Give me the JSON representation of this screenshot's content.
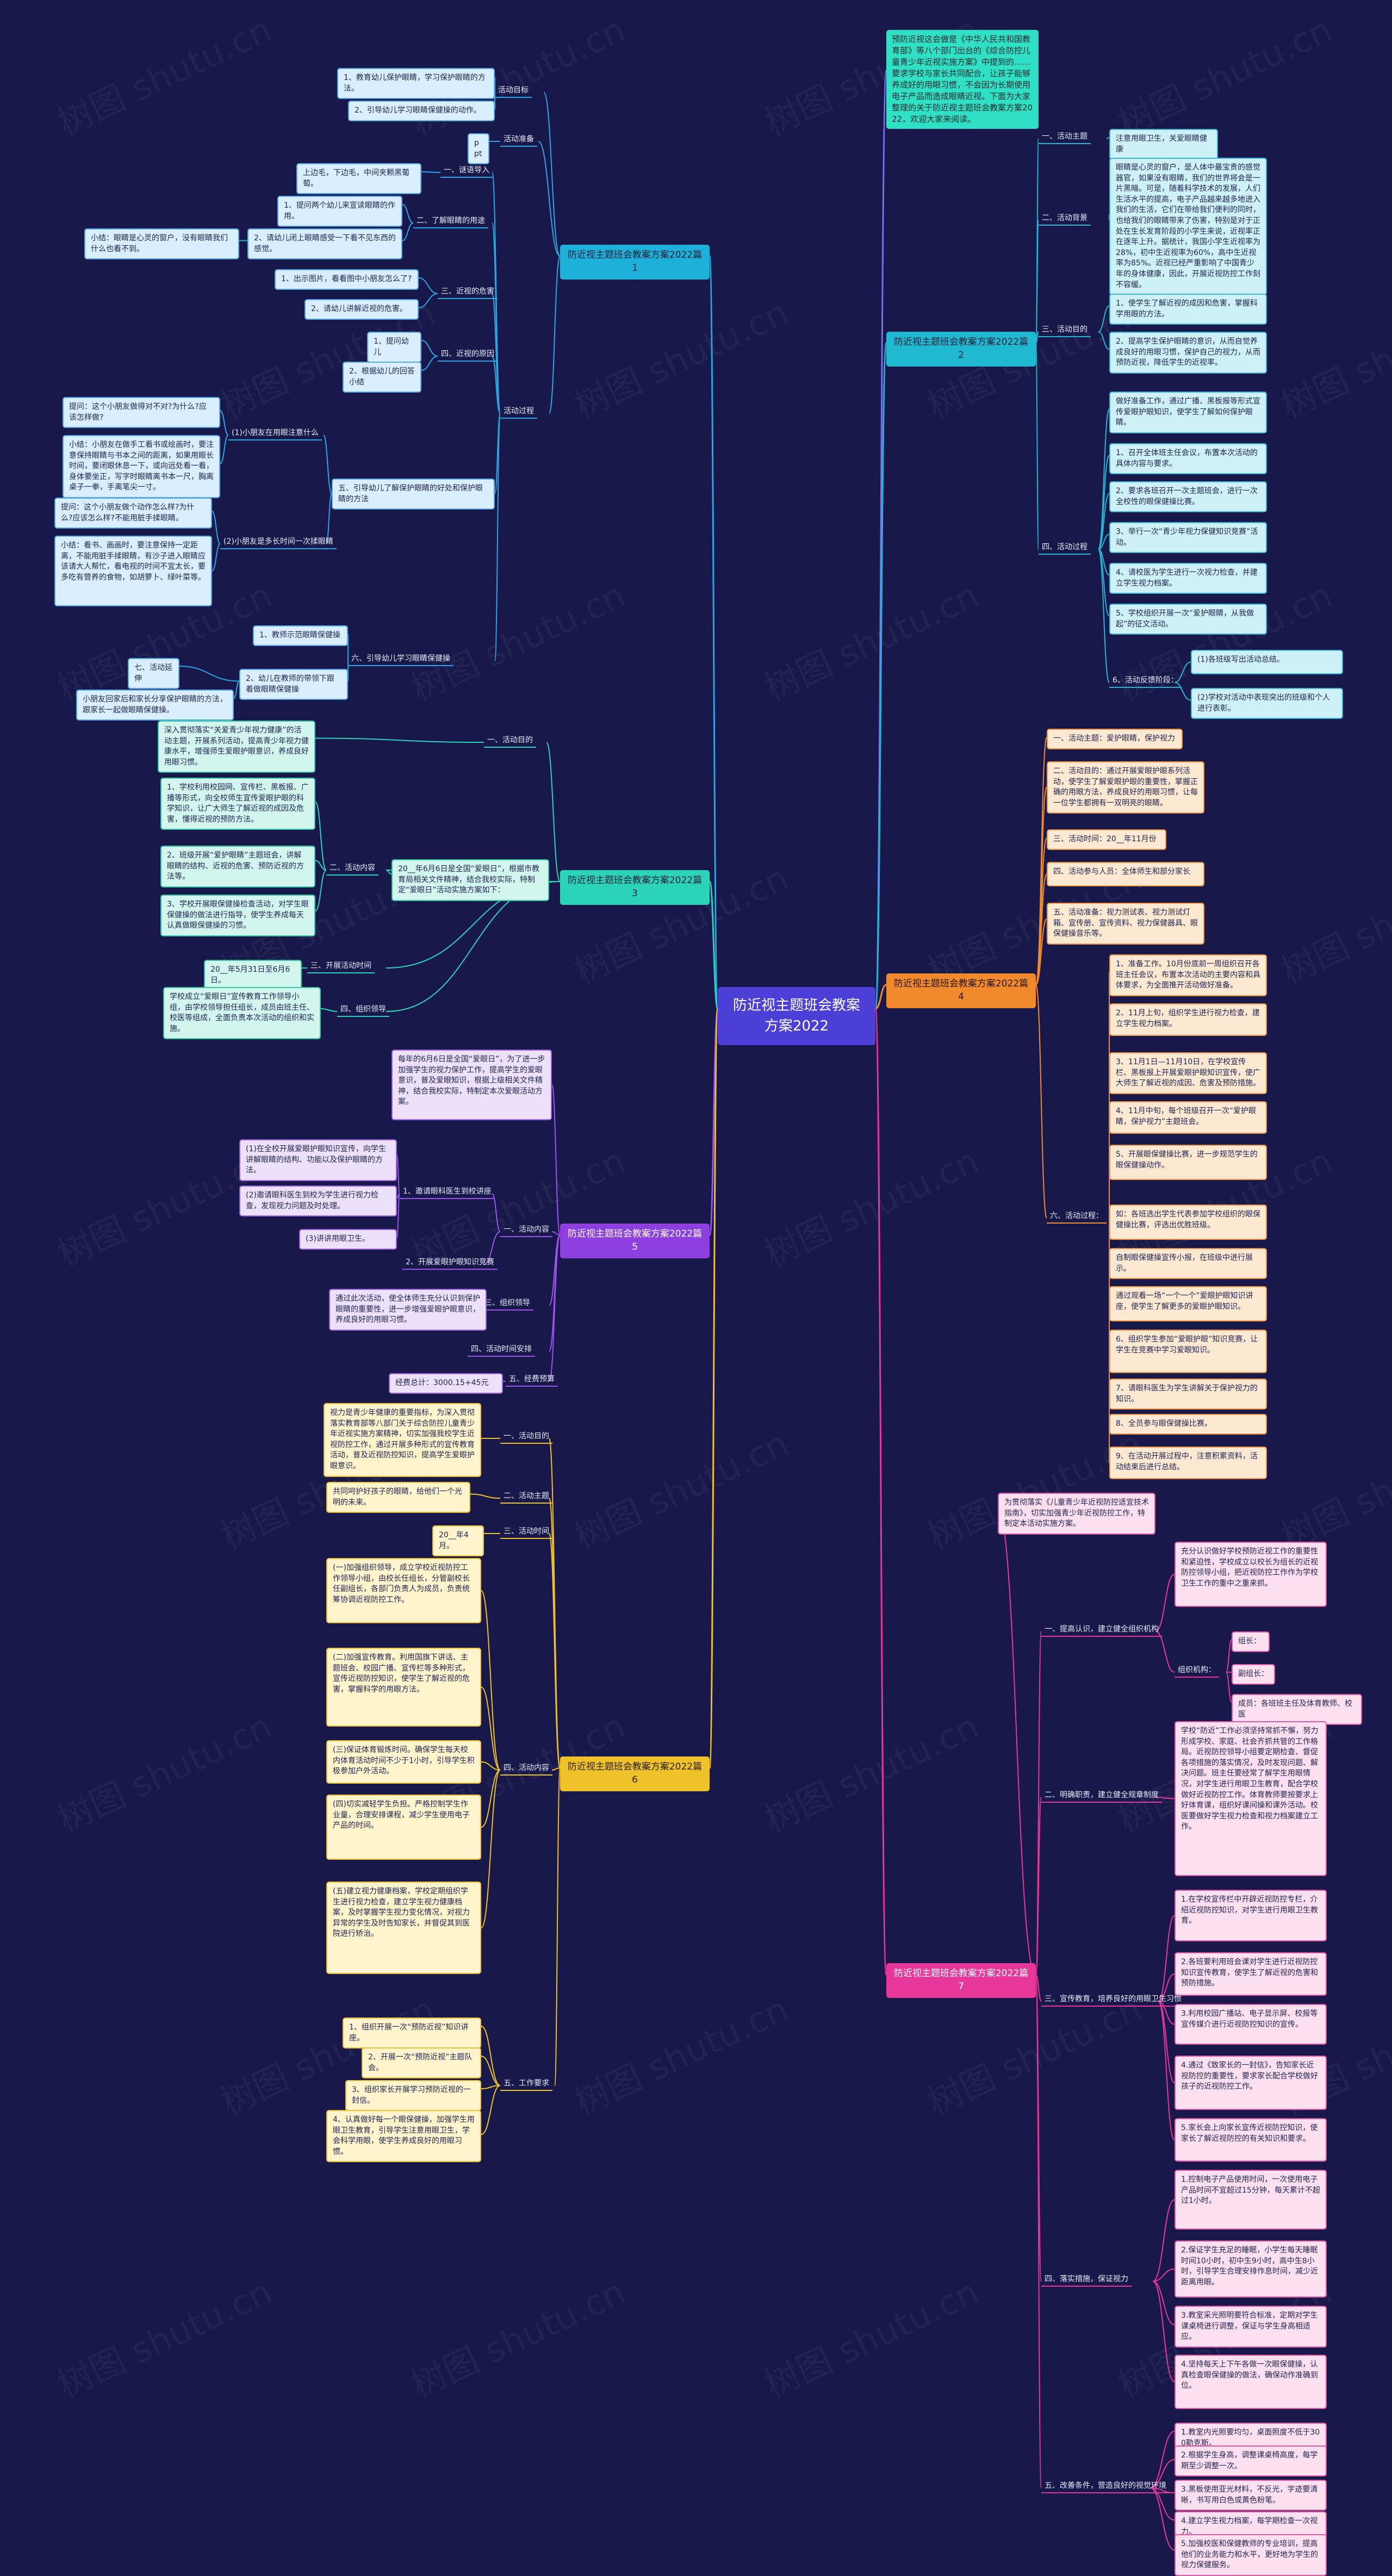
{
  "colors": {
    "background": "#18184a",
    "root": "#4b3fd8",
    "branch1": "#1db0d8",
    "branch2": "#21b8d2",
    "branch3": "#2bd3b8",
    "branch4": "#f08a2c",
    "branch5": "#8e3fe0",
    "branch6": "#f0c22a",
    "branch7": "#e8379a"
  },
  "watermark": "树图 shutu.cn",
  "nodes": [
    {
      "id": "root",
      "t": "防近视主题班会教案方案2022"
    },
    {
      "id": "intro",
      "t": "预防近视这会做是《中华人民共和国教育部》等八个部门出台的《综合防控儿童青少年近视实施方案》中提到的……要求学校与家长共同配合，让孩子能够养成好的用眼习惯，不会因为长期使用电子产品而造成眼睛近视。下面为大家整理的关于防近视主题班会教案方案2022，欢迎大家来阅读。"
    },
    {
      "id": "b1",
      "t": "防近视主题班会教案方案2022篇1"
    },
    {
      "id": "b1a",
      "t": "活动目标"
    },
    {
      "id": "b1a1",
      "t": "1、教育幼儿保护眼睛，学习保护眼睛的方法。"
    },
    {
      "id": "b1a2",
      "t": "2、引导幼儿学习眼睛保健操的动作。"
    },
    {
      "id": "b1b",
      "t": "活动准备"
    },
    {
      "id": "b1b1",
      "t": "ppt"
    },
    {
      "id": "b1c",
      "t": "活动过程"
    },
    {
      "id": "b1c1",
      "t": "一、谜语导入"
    },
    {
      "id": "b1c1a",
      "t": "上边毛，下边毛，中间夹颗黑葡萄。"
    },
    {
      "id": "b1c2",
      "t": "二、了解眼睛的用途"
    },
    {
      "id": "b1c2a",
      "t": "1、提问两个幼儿来宣读眼睛的作用。"
    },
    {
      "id": "b1c2b",
      "t": "2、请幼儿闭上眼睛感受一下看不见东西的感觉。"
    },
    {
      "id": "b1c2c",
      "t": "小结：眼睛是心灵的窗户，没有眼睛我们什么也看不到。"
    },
    {
      "id": "b1c3",
      "t": "三、近视的危害"
    },
    {
      "id": "b1c3a",
      "t": "1、出示图片，看看图中小朋友怎么了?"
    },
    {
      "id": "b1c3b",
      "t": "2、请幼儿讲解近视的危害。"
    },
    {
      "id": "b1c4",
      "t": "四、近视的原因"
    },
    {
      "id": "b1c4a",
      "t": "1、提问幼儿"
    },
    {
      "id": "b1c4b",
      "t": "2、根据幼儿的回答小结"
    },
    {
      "id": "b1c5",
      "t": "五、引导幼儿了解保护眼睛的好处和保护眼睛的方法"
    },
    {
      "id": "b1c5a",
      "t": "(1)小朋友在用眼注意什么"
    },
    {
      "id": "b1c5a1",
      "t": "提问：这个小朋友做得对不对?为什么?应该怎样做?"
    },
    {
      "id": "b1c5a2",
      "t": "小结：小朋友在做手工看书或绘画时，要注意保持眼睛与书本之间的距离，如果用眼长时间，要闭眼休息一下，或向远处看一看，身体要坐正，写字时眼睛离书本一尺，胸离桌子一拳，手离笔尖一寸。"
    },
    {
      "id": "b1c5b",
      "t": "(2)小朋友是多长时间一次揉眼睛"
    },
    {
      "id": "b1c5b1",
      "t": "提问：这个小朋友做个动作怎么样?为什么?应该怎么样?不能用脏手揉眼睛。"
    },
    {
      "id": "b1c5b2",
      "t": "小结：看书、画画时，要注意保持一定距离，不能用脏手揉眼睛，有沙子进入眼睛应该请大人帮忙，看电视的时间不宜太长，要多吃有营养的食物，如胡萝卜、绿叶菜等。"
    },
    {
      "id": "b1c6",
      "t": "六、引导幼儿学习眼睛保健操"
    },
    {
      "id": "b1c6a",
      "t": "1、教师示范眼睛保健操"
    },
    {
      "id": "b1c6b",
      "t": "2、幼儿在教师的带领下跟着做眼睛保健操"
    },
    {
      "id": "b1c6b1",
      "t": "七、活动延伸"
    },
    {
      "id": "b1c6b2",
      "t": "小朋友回家后和家长分享保护眼睛的方法，跟家长一起做眼睛保健操。"
    },
    {
      "id": "b2",
      "t": "防近视主题班会教案方案2022篇2"
    },
    {
      "id": "b2a",
      "t": "一、活动主题"
    },
    {
      "id": "b2a1",
      "t": "注意用眼卫生，关爱眼睛健康"
    },
    {
      "id": "b2b",
      "t": "二、活动背景"
    },
    {
      "id": "b2b1",
      "t": "眼睛是心灵的窗户，是人体中最宝贵的感觉器官，如果没有眼睛，我们的世界将会是一片黑暗。可是，随着科学技术的发展，人们生活水平的提高，电子产品越来越多地进入我们的生活，它们在带给我们便利的同时，也给我们的眼睛带来了伤害，特别是对于正处在生长发育阶段的小学生来说，近视率正在逐年上升。据统计，我国小学生近视率为28%，初中生近视率为60%，高中生近视率为85%。近视已经严重影响了中国青少年的身体健康，因此，开展近视防控工作刻不容缓。"
    },
    {
      "id": "b2c",
      "t": "三、活动目的"
    },
    {
      "id": "b2c1",
      "t": "1、使学生了解近视的成因和危害，掌握科学用眼的方法。"
    },
    {
      "id": "b2c2",
      "t": "2、提高学生保护眼睛的意识，从而自觉养成良好的用眼习惯，保护自己的视力，从而预防近视，降低学生的近视率。"
    },
    {
      "id": "b2d",
      "t": "四、活动过程"
    },
    {
      "id": "b2d1",
      "t": "做好准备工作，通过广播、黑板报等形式宣传爱眼护眼知识，使学生了解如何保护眼睛。"
    },
    {
      "id": "b2d2",
      "t": "1、召开全体班主任会议，布置本次活动的具体内容与要求。"
    },
    {
      "id": "b2d3",
      "t": "2、要求各班召开一次主题班会，进行一次全校性的眼保健操比赛。"
    },
    {
      "id": "b2d4",
      "t": "3、举行一次“青少年视力保健知识竞赛”活动。"
    },
    {
      "id": "b2d5",
      "t": "4、请校医为学生进行一次视力检查，并建立学生视力档案。"
    },
    {
      "id": "b2d6",
      "t": "5、学校组织开展一次“爱护眼睛，从我做起”的征文活动。"
    },
    {
      "id": "b2d7",
      "t": "6、活动反馈阶段："
    },
    {
      "id": "b2d7a",
      "t": "(1)各班级写出活动总结。"
    },
    {
      "id": "b2d7b",
      "t": "(2)学校对活动中表现突出的班级和个人进行表彰。"
    },
    {
      "id": "b3",
      "t": "防近视主题班会教案方案2022篇3"
    },
    {
      "id": "b3a",
      "t": "一、活动目的"
    },
    {
      "id": "b3a1",
      "t": "深入贯彻落实“关爱青少年视力健康”的活动主题，开展系列活动，提高青少年视力健康水平，增强师生爱眼护眼意识，养成良好用眼习惯。"
    },
    {
      "id": "b3b",
      "t": "二、活动内容"
    },
    {
      "id": "b3b0",
      "t": "20__年6月6日是全国“爱眼日”，根据市教育局相关文件精神，结合我校实际，特制定“爱眼日”活动实施方案如下："
    },
    {
      "id": "b3b1",
      "t": "1、学校利用校园网、宣传栏、黑板报、广播等形式，向全校师生宣传爱眼护眼的科学知识，让广大师生了解近视的成因及危害，懂得近视的预防方法。"
    },
    {
      "id": "b3b2",
      "t": "2、班级开展“爱护眼睛”主题班会，讲解眼睛的结构、近视的危害、预防近视的方法等。"
    },
    {
      "id": "b3b3",
      "t": "3、学校开展眼保健操检查活动，对学生眼保健操的做法进行指导，使学生养成每天认真做眼保健操的习惯。"
    },
    {
      "id": "b3c",
      "t": "三、开展活动时间"
    },
    {
      "id": "b3c1",
      "t": "20__年5月31日至6月6日。"
    },
    {
      "id": "b3d",
      "t": "四、组织领导"
    },
    {
      "id": "b3d1",
      "t": "学校成立“爱眼日”宣传教育工作领导小组，由学校领导担任组长，成员由班主任、校医等组成，全面负责本次活动的组织和实施。"
    },
    {
      "id": "b4",
      "t": "防近视主题班会教案方案2022篇4"
    },
    {
      "id": "b4a",
      "t": "一、活动主题：爱护眼睛，保护视力"
    },
    {
      "id": "b4b",
      "t": "二、活动目的：通过开展爱眼护眼系列活动，使学生了解爱眼护眼的重要性，掌握正确的用眼方法，养成良好的用眼习惯，让每一位学生都拥有一双明亮的眼睛。"
    },
    {
      "id": "b4c",
      "t": "三、活动时间：20__年11月份"
    },
    {
      "id": "b4d",
      "t": "四、活动参与人员：全体师生和部分家长"
    },
    {
      "id": "b4e",
      "t": "五、活动准备：视力测试表、视力测试灯箱、宣传册、宣传资料、视力保健器具、眼保健操音乐等。"
    },
    {
      "id": "b4f",
      "t": "六、活动过程："
    },
    {
      "id": "b4f1",
      "t": "1、准备工作。10月份底前一周组织召开各班主任会议，布置本次活动的主要内容和具体要求，为全面推开活动做好准备。"
    },
    {
      "id": "b4f2",
      "t": "2、11月上旬，组织学生进行视力检查，建立学生视力档案。"
    },
    {
      "id": "b4f3",
      "t": "3、11月1日—11月10日，在学校宣传栏、黑板报上开展爱眼护眼知识宣传，使广大师生了解近视的成因、危害及预防措施。"
    },
    {
      "id": "b4f4",
      "t": "4、11月中旬，每个班级召开一次“爱护眼睛，保护视力”主题班会。"
    },
    {
      "id": "b4f5",
      "t": "5、开展眼保健操比赛，进一步规范学生的眼保健操动作。"
    },
    {
      "id": "b4f6",
      "t": "如：各班选出学生代表参加学校组织的眼保健操比赛，评选出优胜班级。"
    },
    {
      "id": "b4f7",
      "t": "自制眼保健操宣传小报，在班级中进行展示。"
    },
    {
      "id": "b4f8",
      "t": "通过观看一场“一个一个”爱眼护眼知识讲座，使学生了解更多的爱眼护眼知识。"
    },
    {
      "id": "b4f9",
      "t": "6、组织学生参加“爱眼护眼”知识竞赛，让学生在竞赛中学习爱眼知识。"
    },
    {
      "id": "b4f10",
      "t": "7、请眼科医生为学生讲解关于保护视力的知识。"
    },
    {
      "id": "b4f11",
      "t": "8、全员参与眼保健操比赛。"
    },
    {
      "id": "b4f12",
      "t": "9、在活动开展过程中，注意积累资料，活动结束后进行总结。"
    },
    {
      "id": "b5",
      "t": "防近视主题班会教案方案2022篇5"
    },
    {
      "id": "b5a",
      "t": "每年的6月6日是全国“爱眼日”，为了进一步加强学生的视力保护工作，提高学生的爱眼意识，普及爱眼知识，根据上级相关文件精神，结合我校实际，特制定本次爱眼活动方案。"
    },
    {
      "id": "b5b",
      "t": "一、活动内容"
    },
    {
      "id": "b5b1",
      "t": "1、邀请眼科医生到校讲座"
    },
    {
      "id": "b5b1a",
      "t": "(1)在全校开展爱眼护眼知识宣传，向学生讲解眼睛的结构、功能以及保护眼睛的方法。"
    },
    {
      "id": "b5b1b",
      "t": "(2)邀请眼科医生到校为学生进行视力检查，发现视力问题及时处理。"
    },
    {
      "id": "b5b1c",
      "t": "(3)讲讲用眼卫生。"
    },
    {
      "id": "b5b2",
      "t": "2、开展爱眼护眼知识竞赛"
    },
    {
      "id": "b5c",
      "t": "三、组织领导"
    },
    {
      "id": "b5c1",
      "t": "通过此次活动，使全体师生充分认识到保护眼睛的重要性，进一步增强爱眼护眼意识，养成良好的用眼习惯。"
    },
    {
      "id": "b5d",
      "t": "四、活动时间安排"
    },
    {
      "id": "b5e",
      "t": "五、经费预算"
    },
    {
      "id": "b5e1",
      "t": "经费总计：3000.15+45元"
    },
    {
      "id": "b6",
      "t": "防近视主题班会教案方案2022篇6"
    },
    {
      "id": "b6a",
      "t": "一、活动目的"
    },
    {
      "id": "b6a1",
      "t": "视力是青少年健康的重要指标，为深入贯彻落实教育部等八部门关于综合防控儿童青少年近视实施方案精神，切实加强我校学生近视防控工作，通过开展多种形式的宣传教育活动，普及近视防控知识，提高学生爱眼护眼意识。"
    },
    {
      "id": "b6b",
      "t": "二、活动主题"
    },
    {
      "id": "b6b1",
      "t": "共同呵护好孩子的眼睛，给他们一个光明的未来。"
    },
    {
      "id": "b6c",
      "t": "三、活动时间"
    },
    {
      "id": "b6c1",
      "t": "20__年4月。"
    },
    {
      "id": "b6d",
      "t": "四、活动内容"
    },
    {
      "id": "b6d1",
      "t": "(一)加强组织领导，成立学校近视防控工作领导小组，由校长任组长，分管副校长任副组长，各部门负责人为成员，负责统筹协调近视防控工作。"
    },
    {
      "id": "b6d2",
      "t": "(二)加强宣传教育。利用国旗下讲话、主题班会、校园广播、宣传栏等多种形式，宣传近视防控知识，使学生了解近视的危害，掌握科学的用眼方法。"
    },
    {
      "id": "b6d3",
      "t": "(三)保证体育锻炼时间。确保学生每天校内体育活动时间不少于1小时，引导学生积极参加户外活动。"
    },
    {
      "id": "b6d4",
      "t": "(四)切实减轻学生负担。严格控制学生作业量，合理安排课程，减少学生使用电子产品的时间。"
    },
    {
      "id": "b6d5",
      "t": "(五)建立视力健康档案，学校定期组织学生进行视力检查，建立学生视力健康档案，及时掌握学生视力变化情况，对视力异常的学生及时告知家长，并督促其到医院进行矫治。"
    },
    {
      "id": "b6e",
      "t": "五、工作要求"
    },
    {
      "id": "b6e1",
      "t": "1、组织开展一次“预防近视”知识讲座。"
    },
    {
      "id": "b6e2",
      "t": "2、开展一次“预防近视”主题队会。"
    },
    {
      "id": "b6e3",
      "t": "3、组织家长开展学习预防近视的一封信。"
    },
    {
      "id": "b6e4",
      "t": "4、认真做好每一个眼保健操，加强学生用眼卫生教育，引导学生注意用眼卫生，学会科学用眼，使学生养成良好的用眼习惯。"
    },
    {
      "id": "b7",
      "t": "防近视主题班会教案方案2022篇7"
    },
    {
      "id": "b7a",
      "t": "为贯彻落实《儿童青少年近视防控适宜技术指南》，切实加强青少年近视防控工作，特制定本活动实施方案。"
    },
    {
      "id": "b7b",
      "t": "一、提高认识，建立健全组织机构"
    },
    {
      "id": "b7b1",
      "t": "充分认识做好学校预防近视工作的重要性和紧迫性，学校成立以校长为组长的近视防控领导小组，把近视防控工作作为学校卫生工作的重中之重来抓。"
    },
    {
      "id": "b7b2",
      "t": "组织机构："
    },
    {
      "id": "b7b2a",
      "t": "组长："
    },
    {
      "id": "b7b2b",
      "t": "副组长："
    },
    {
      "id": "b7b2c",
      "t": "成员：各班班主任及体育教师、校医"
    },
    {
      "id": "b7c",
      "t": "二、明确职责，建立健全规章制度"
    },
    {
      "id": "b7c1",
      "t": "学校“防近”工作必须坚持常抓不懈，努力形成学校、家庭、社会齐抓共管的工作格局。近视防控领导小组要定期检查、督促各项措施的落实情况，及时发现问题、解决问题。班主任要经常了解学生用眼情况，对学生进行用眼卫生教育，配合学校做好近视防控工作。体育教师要按要求上好体育课，组织好课间操和课外活动。校医要做好学生视力检查和视力档案建立工作。"
    },
    {
      "id": "b7d",
      "t": "三、宣传教育，培养良好的用眼卫生习惯"
    },
    {
      "id": "b7d1",
      "t": "1.在学校宣传栏中开辟近视防控专栏，介绍近视防控知识，对学生进行用眼卫生教育。"
    },
    {
      "id": "b7d2",
      "t": "2.各班要利用班会课对学生进行近视防控知识宣传教育，使学生了解近视的危害和预防措施。"
    },
    {
      "id": "b7d3",
      "t": "3.利用校园广播站、电子显示屏、校报等宣传媒介进行近视防控知识的宣传。"
    },
    {
      "id": "b7d4",
      "t": "4.通过《致家长的一封信》，告知家长近视防控的重要性，要求家长配合学校做好孩子的近视防控工作。"
    },
    {
      "id": "b7d5",
      "t": "5.家长会上向家长宣传近视防控知识，使家长了解近视防控的有关知识和要求。"
    },
    {
      "id": "b7e",
      "t": "四、落实措施，保证视力"
    },
    {
      "id": "b7e1",
      "t": "1.控制电子产品使用时间，一次使用电子产品时间不宜超过15分钟，每天累计不超过1小时。"
    },
    {
      "id": "b7e2",
      "t": "2.保证学生充足的睡眠，小学生每天睡眠时间10小时，初中生9小时，高中生8小时，引导学生合理安排作息时间，减少近距离用眼。"
    },
    {
      "id": "b7e3",
      "t": "3.教室采光照明要符合标准，定期对学生课桌椅进行调整，保证与学生身高相适应。"
    },
    {
      "id": "b7e4",
      "t": "4.坚持每天上下午各做一次眼保健操，认真检查眼保健操的做法，确保动作准确到位。"
    },
    {
      "id": "b7f",
      "t": "五、改善条件，营造良好的视觉环境"
    },
    {
      "id": "b7f1",
      "t": "1.教室内光照要均匀，桌面照度不低于300勒克斯。"
    },
    {
      "id": "b7f2",
      "t": "2.根据学生身高，调整课桌椅高度，每学期至少调整一次。"
    },
    {
      "id": "b7f3",
      "t": "3.黑板使用亚光材料，不反光，字迹要清晰，书写用白色或黄色粉笔。"
    },
    {
      "id": "b7f4",
      "t": "4.建立学生视力档案，每学期检查一次视力。"
    },
    {
      "id": "b7f5",
      "t": "5.加强校医和保健教师的专业培训，提高他们的业务能力和水平，更好地为学生的视力保健服务。"
    }
  ]
}
